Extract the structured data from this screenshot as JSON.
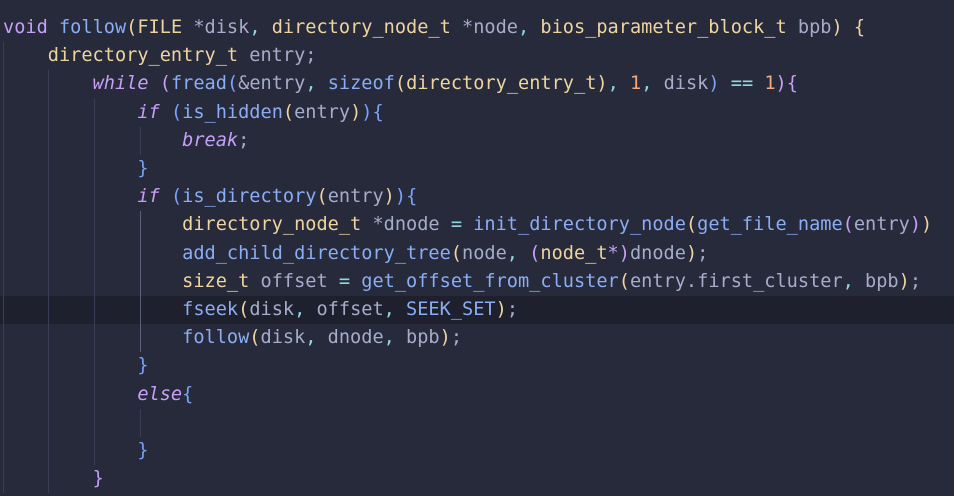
{
  "editor": {
    "active_line": 11,
    "lines": [
      [
        [
          "void",
          "kw"
        ],
        [
          " ",
          "pu"
        ],
        [
          "follow",
          "fn"
        ],
        [
          "(",
          "b1"
        ],
        [
          "FILE",
          "ty"
        ],
        [
          " *",
          "pu"
        ],
        [
          "disk",
          "var"
        ],
        [
          ", ",
          "op"
        ],
        [
          "directory_node_t",
          "ty"
        ],
        [
          " *",
          "pu"
        ],
        [
          "node",
          "var"
        ],
        [
          ", ",
          "op"
        ],
        [
          "bios_parameter_block_t",
          "ty"
        ],
        [
          " ",
          "pu"
        ],
        [
          "bpb",
          "var"
        ],
        [
          ")",
          "b1"
        ],
        [
          " ",
          "pu"
        ],
        [
          "{",
          "b1"
        ]
      ],
      [
        [
          "    ",
          "pu"
        ],
        [
          "directory_entry_t",
          "ty"
        ],
        [
          " ",
          "pu"
        ],
        [
          "entry",
          "var"
        ],
        [
          ";",
          "pu"
        ]
      ],
      [
        [
          "        ",
          "pu"
        ],
        [
          "while",
          "kwi"
        ],
        [
          " ",
          "pu"
        ],
        [
          "(",
          "b2"
        ],
        [
          "fread",
          "fn"
        ],
        [
          "(",
          "b3"
        ],
        [
          "&entry",
          "var"
        ],
        [
          ", ",
          "op"
        ],
        [
          "sizeof",
          "fn"
        ],
        [
          "(",
          "b1"
        ],
        [
          "directory_entry_t",
          "ty"
        ],
        [
          ")",
          "b1"
        ],
        [
          ", ",
          "op"
        ],
        [
          "1",
          "num"
        ],
        [
          ", ",
          "op"
        ],
        [
          "disk",
          "var"
        ],
        [
          ")",
          "b3"
        ],
        [
          " == ",
          "op"
        ],
        [
          "1",
          "num"
        ],
        [
          ")",
          "b2"
        ],
        [
          "{",
          "b2"
        ]
      ],
      [
        [
          "            ",
          "pu"
        ],
        [
          "if",
          "kwi"
        ],
        [
          " ",
          "pu"
        ],
        [
          "(",
          "b3"
        ],
        [
          "is_hidden",
          "fn"
        ],
        [
          "(",
          "b1"
        ],
        [
          "entry",
          "var"
        ],
        [
          ")",
          "b1"
        ],
        [
          ")",
          "b3"
        ],
        [
          "{",
          "b3"
        ]
      ],
      [
        [
          "                ",
          "pu"
        ],
        [
          "break",
          "kwi"
        ],
        [
          ";",
          "pu"
        ]
      ],
      [
        [
          "            ",
          "pu"
        ],
        [
          "}",
          "b3"
        ]
      ],
      [
        [
          "            ",
          "pu"
        ],
        [
          "if",
          "kwi"
        ],
        [
          " ",
          "pu"
        ],
        [
          "(",
          "b3"
        ],
        [
          "is_directory",
          "fn"
        ],
        [
          "(",
          "b1"
        ],
        [
          "entry",
          "var"
        ],
        [
          ")",
          "b1"
        ],
        [
          ")",
          "b3"
        ],
        [
          "{",
          "b3"
        ]
      ],
      [
        [
          "                ",
          "pu"
        ],
        [
          "directory_node_t",
          "ty"
        ],
        [
          " *",
          "pu"
        ],
        [
          "dnode",
          "var"
        ],
        [
          " = ",
          "op"
        ],
        [
          "init_directory_node",
          "fn"
        ],
        [
          "(",
          "b1"
        ],
        [
          "get_file_name",
          "fn"
        ],
        [
          "(",
          "b2"
        ],
        [
          "entry",
          "var"
        ],
        [
          ")",
          "b2"
        ],
        [
          ")",
          "b1"
        ]
      ],
      [
        [
          "                ",
          "pu"
        ],
        [
          "add_child_directory_tree",
          "fn"
        ],
        [
          "(",
          "b1"
        ],
        [
          "node",
          "var"
        ],
        [
          ", ",
          "op"
        ],
        [
          "(",
          "b2"
        ],
        [
          "node_t",
          "ty"
        ],
        [
          "*",
          "b2"
        ],
        [
          ")",
          "b2"
        ],
        [
          "dnode",
          "var"
        ],
        [
          ")",
          "b1"
        ],
        [
          ";",
          "pu"
        ]
      ],
      [
        [
          "                ",
          "pu"
        ],
        [
          "size_t",
          "ty"
        ],
        [
          " ",
          "pu"
        ],
        [
          "offset",
          "var"
        ],
        [
          " = ",
          "op"
        ],
        [
          "get_offset_from_cluster",
          "fn"
        ],
        [
          "(",
          "b1"
        ],
        [
          "entry.first_cluster",
          "var"
        ],
        [
          ", ",
          "op"
        ],
        [
          "bpb",
          "var"
        ],
        [
          ")",
          "b1"
        ],
        [
          ";",
          "pu"
        ]
      ],
      [
        [
          "                ",
          "pu"
        ],
        [
          "fseek",
          "fn"
        ],
        [
          "(",
          "b1"
        ],
        [
          "disk",
          "var"
        ],
        [
          ", ",
          "op"
        ],
        [
          "offset",
          "var"
        ],
        [
          ", ",
          "op"
        ],
        [
          "SEEK_SET",
          "fn"
        ],
        [
          ")",
          "b1"
        ],
        [
          ";",
          "pu"
        ]
      ],
      [
        [
          "                ",
          "pu"
        ],
        [
          "follow",
          "fn"
        ],
        [
          "(",
          "b1"
        ],
        [
          "disk",
          "var"
        ],
        [
          ", ",
          "op"
        ],
        [
          "dnode",
          "var"
        ],
        [
          ", ",
          "op"
        ],
        [
          "bpb",
          "var"
        ],
        [
          ")",
          "b1"
        ],
        [
          ";",
          "pu"
        ]
      ],
      [
        [
          "            ",
          "pu"
        ],
        [
          "}",
          "b3"
        ]
      ],
      [
        [
          "            ",
          "pu"
        ],
        [
          "else",
          "kwi"
        ],
        [
          "{",
          "b3"
        ]
      ],
      [],
      [
        [
          "            ",
          "pu"
        ],
        [
          "}",
          "b3"
        ]
      ],
      [
        [
          "        ",
          "pu"
        ],
        [
          "}",
          "b2"
        ]
      ]
    ]
  }
}
